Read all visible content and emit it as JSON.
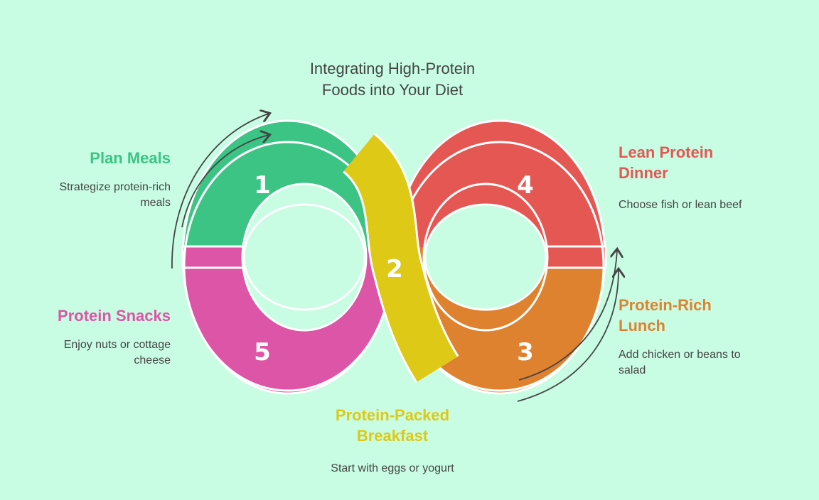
{
  "title": {
    "line1": "Integrating High-Protein",
    "line2": "Foods into Your Diet"
  },
  "steps": [
    {
      "number": "1",
      "title1": "Plan Meals",
      "title2": "",
      "desc1": "Strategize protein-rich",
      "desc2": "meals",
      "color": "#3cc485"
    },
    {
      "number": "2",
      "title1": "Protein-Packed",
      "title2": "Breakfast",
      "desc1": "Start with eggs or yogurt",
      "desc2": "",
      "color": "#ddc916"
    },
    {
      "number": "3",
      "title1": "Protein-Rich",
      "title2": "Lunch",
      "desc1": "Add chicken or beans to",
      "desc2": "salad",
      "color": "#de8230"
    },
    {
      "number": "4",
      "title1": "Lean Protein",
      "title2": "Dinner",
      "desc1": "Choose fish or lean beef",
      "desc2": "",
      "color": "#e45753"
    },
    {
      "number": "5",
      "title1": "Protein Snacks",
      "title2": "",
      "desc1": "Enjoy nuts or cottage",
      "desc2": "cheese",
      "color": "#dd55a6"
    }
  ]
}
